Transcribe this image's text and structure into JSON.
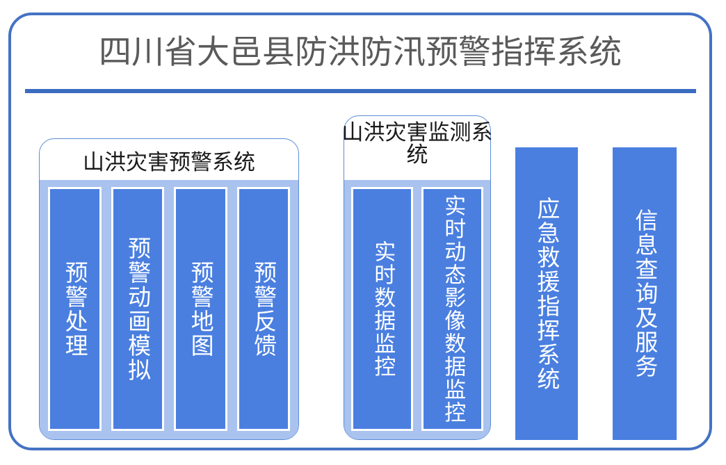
{
  "header": {
    "title": "四川省大邑县防洪防汛预警指挥系统",
    "title_color": "#5a5a5a",
    "divider_color": "#3C6CC0"
  },
  "theme": {
    "frame_border": "#4472C4",
    "panel_border": "#5B8BD6",
    "panel_body_fill": "#A9C2EE",
    "bar_fill": "#4A7FE0",
    "bar_border": "#FFFFFF",
    "bar_text": "#FFFFFF",
    "background": "#FFFFFF"
  },
  "panels": [
    {
      "id": "warning-system",
      "title": "山洪灾害预警系统",
      "type": "grouped",
      "items": [
        {
          "label": "预警处理"
        },
        {
          "label": "预警动画模拟"
        },
        {
          "label": "预警地图"
        },
        {
          "label": "预警反馈"
        }
      ]
    },
    {
      "id": "monitoring-system",
      "title": "山洪灾害监测系统",
      "type": "grouped",
      "items": [
        {
          "label": "实时数据监控"
        },
        {
          "label": "实时动态影像数据监控"
        }
      ]
    },
    {
      "id": "emergency-rescue-command-system",
      "title": "应急救援指挥系统",
      "type": "standalone"
    },
    {
      "id": "information-query-and-service",
      "title": "信息查询及服务",
      "type": "standalone"
    }
  ]
}
